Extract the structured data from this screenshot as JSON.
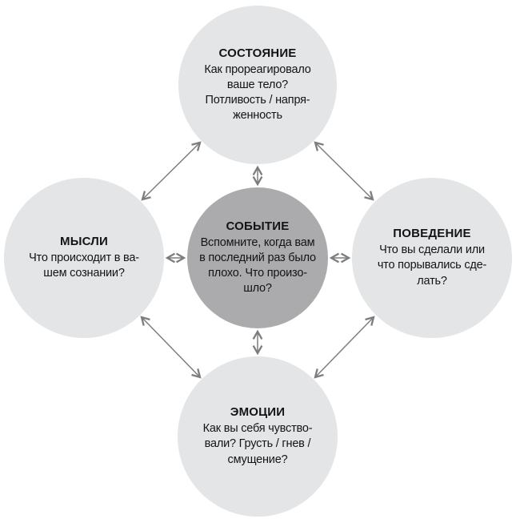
{
  "diagram": {
    "nodes": {
      "state": {
        "title": "СОСТОЯНИЕ",
        "text": "Как прореагировало\nваше тело?\nПотливость / напря-\nженность"
      },
      "event": {
        "title": "СОБЫТИЕ",
        "text": "Вспомните, когда вам\nв последний раз было\nплохо. Что произо-\nшло?"
      },
      "thoughts": {
        "title": "МЫСЛИ",
        "text": "Что происходит в ва-\nшем сознании?"
      },
      "behavior": {
        "title": "ПОВЕДЕНИЕ",
        "text": "Что вы сделали или\nчто порывались сде-\nлать?"
      },
      "emotions": {
        "title": "ЭМОЦИИ",
        "text": "Как вы себя чувство-\nвали? Грусть / гнев /\nсмущение?"
      }
    },
    "colors": {
      "outer_circle": "#e4e5e7",
      "center_circle": "#ababad",
      "arrow": "#7d7d7f",
      "text": "#141414"
    }
  }
}
